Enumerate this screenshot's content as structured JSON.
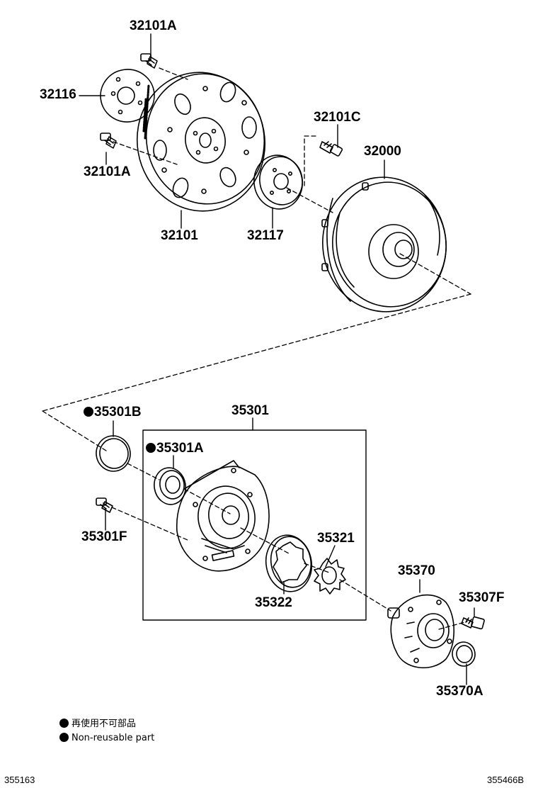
{
  "parts": {
    "p32101A_top": "32101A",
    "p32116": "32116",
    "p32101A_left": "32101A",
    "p32101": "32101",
    "p32117": "32117",
    "p32101C": "32101C",
    "p32000": "32000",
    "p35301B": "35301B",
    "p35301": "35301",
    "p35301A": "35301A",
    "p35301F": "35301F",
    "p35321": "35321",
    "p35322": "35322",
    "p35370": "35370",
    "p35307F": "35307F",
    "p35370A": "35370A"
  },
  "legend": {
    "jp": "再使用不可部品",
    "en": "Non-reusable part"
  },
  "codes": {
    "left": "355163",
    "right": "355466B"
  }
}
